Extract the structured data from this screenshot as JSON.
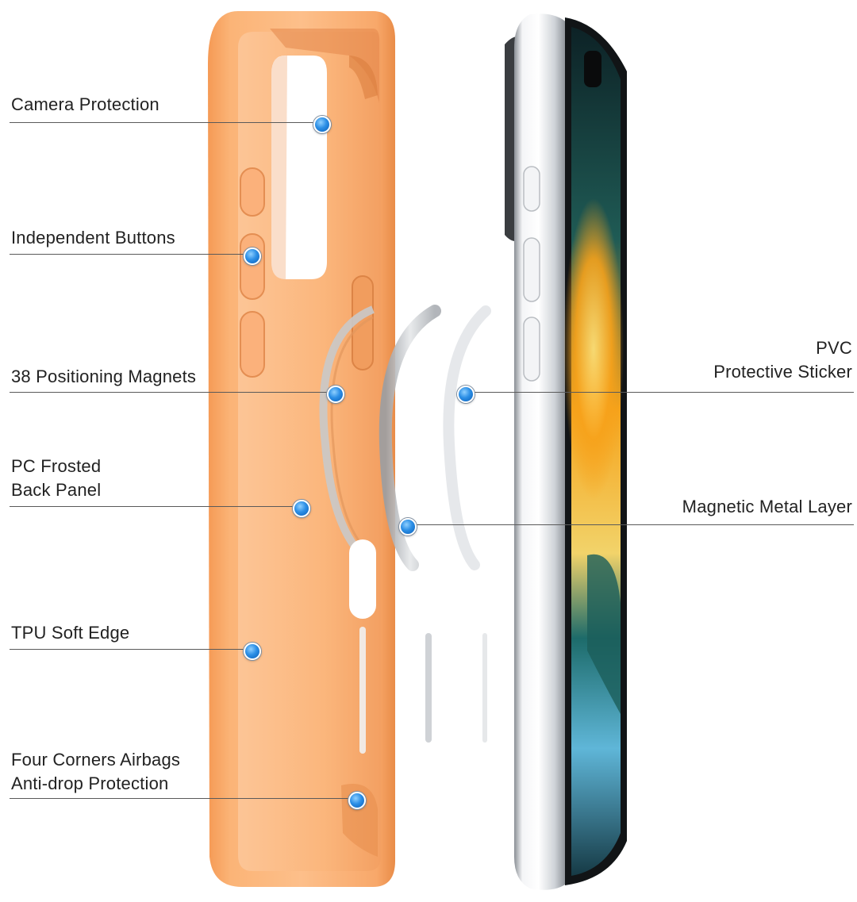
{
  "colors": {
    "case": "#f7a15f",
    "case_light": "#fcc999",
    "case_dark": "#e07f3d",
    "frame": "#d9dde2",
    "screen_dark": "#0f2a2e",
    "marker": "#2c8fe6",
    "leader": "#5a5a5a"
  },
  "labels_left": [
    {
      "lines": [
        "Camera Protection"
      ]
    },
    {
      "lines": [
        "Independent Buttons"
      ]
    },
    {
      "lines": [
        "38 Positioning Magnets"
      ]
    },
    {
      "lines": [
        "PC Frosted",
        "Back Panel"
      ]
    },
    {
      "lines": [
        "TPU Soft Edge"
      ]
    },
    {
      "lines": [
        "Four Corners Airbags",
        "Anti-drop Protection"
      ]
    }
  ],
  "labels_right": [
    {
      "lines": [
        "PVC",
        "Protective Sticker"
      ]
    },
    {
      "lines": [
        "Magnetic Metal Layer"
      ]
    }
  ]
}
